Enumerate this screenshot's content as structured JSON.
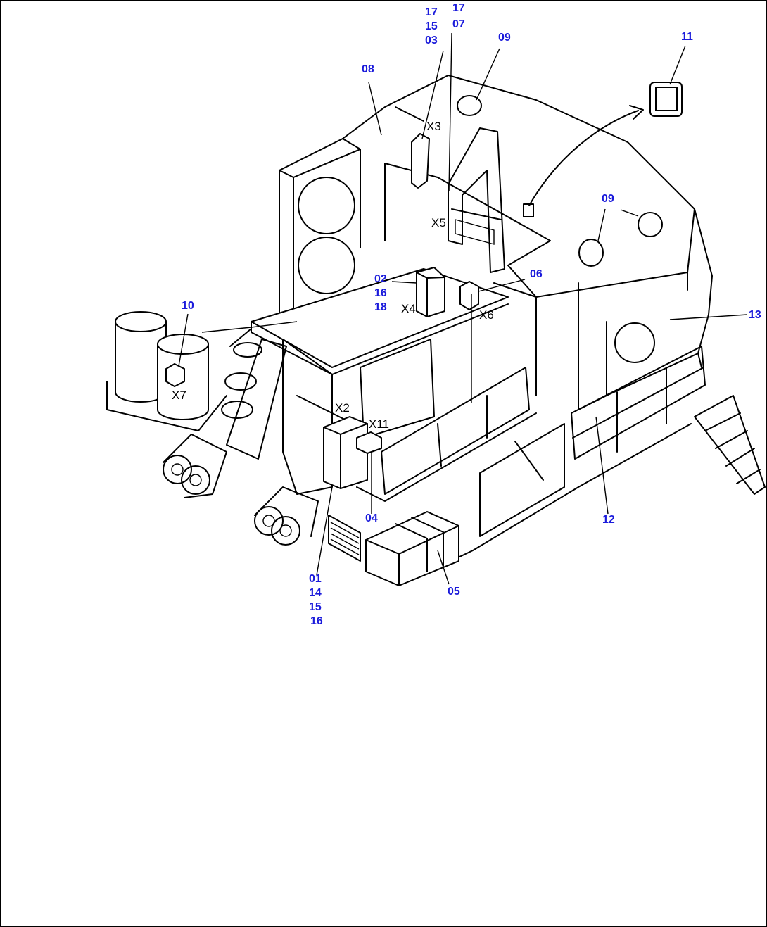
{
  "callouts": {
    "c_17_15_03": [
      "17",
      "15",
      "03"
    ],
    "c_17_07": [
      "17",
      "07"
    ],
    "c_08": "08",
    "c_09_top": "09",
    "c_11": "11",
    "c_09_right": "09",
    "c_02_16_18": [
      "02",
      "16",
      "18"
    ],
    "c_06": "06",
    "c_10": "10",
    "c_13": "13",
    "c_04": "04",
    "c_12": "12",
    "c_01_14_15_16": [
      "01",
      "14",
      "15",
      "16"
    ],
    "c_05": "05"
  },
  "connectors": {
    "x3": "X3",
    "x5": "X5",
    "x4": "X4",
    "x6": "X6",
    "x7": "X7",
    "x2": "X2",
    "x11": "X11"
  },
  "colors": {
    "callout": "#1a1adb",
    "line": "#000000",
    "background": "#ffffff"
  }
}
